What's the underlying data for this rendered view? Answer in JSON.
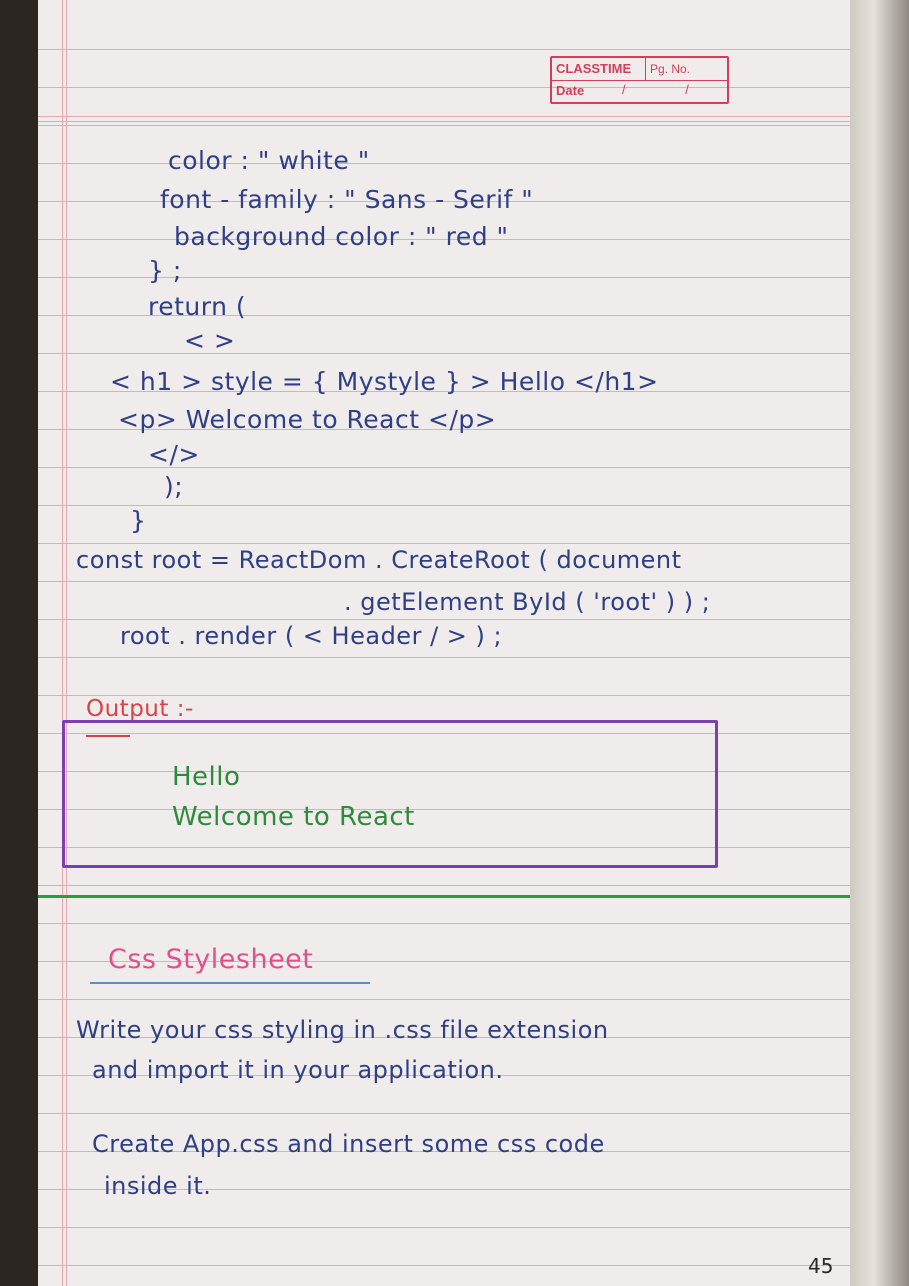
{
  "stamp": {
    "brand": "CLASSTIME",
    "pg_label": "Pg. No.",
    "date_label": "Date",
    "date_slashes": "/ /"
  },
  "code_lines": [
    "color : \" white \"",
    "font - family : \" Sans - Serif \"",
    "background color : \" red \"",
    "} ;",
    "return (",
    "< >",
    "< h1 > style = { Mystyle } > Hello </h1>",
    "<p> Welcome to React </p>",
    "</>",
    ");",
    "}",
    "const root = ReactDom . CreateRoot ( document",
    ". getElement ById ( 'root' ) ) ;",
    "root . render ( < Header / > ) ;"
  ],
  "output": {
    "label": "Output :-",
    "line1": "Hello",
    "line2": "Welcome to React"
  },
  "section": {
    "heading": "Css Stylesheet",
    "para1_line1": "Write your css styling in .css file extension",
    "para1_line2": "and import it in your application.",
    "para2_line1": "Create App.css and insert some css code",
    "para2_line2": "inside it."
  },
  "page_number": "45",
  "colors": {
    "ink_blue": "#2e3f86",
    "heading_pink": "#e0508c",
    "label_red": "#d8424a",
    "output_green": "#2f8a3d",
    "box_purple": "#7a3fb3",
    "rule_green": "#2d9a3c",
    "stamp_red": "#d63e57"
  }
}
